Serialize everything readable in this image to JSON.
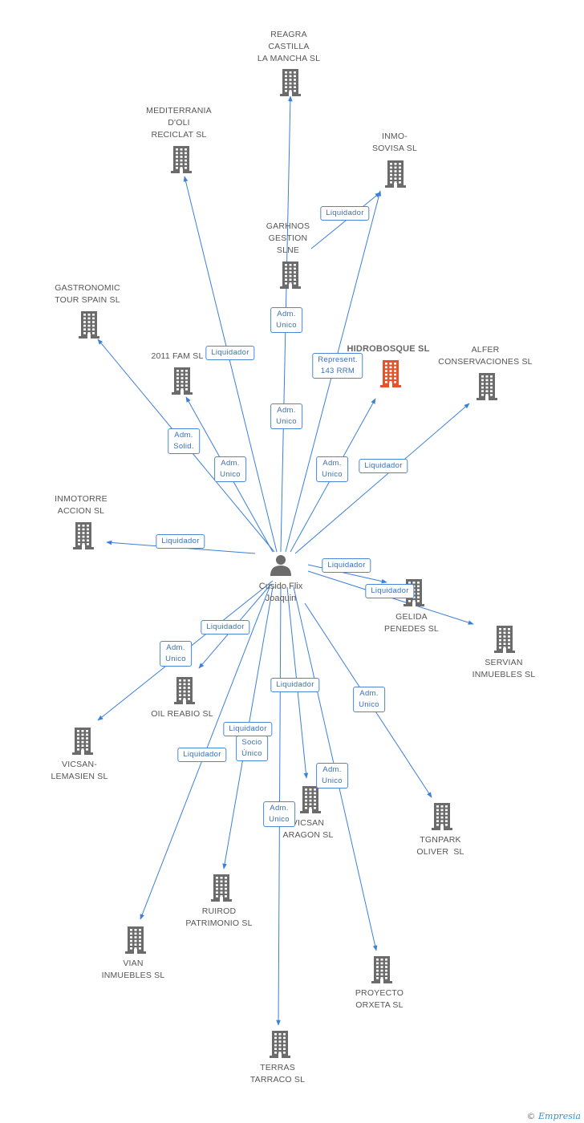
{
  "person": {
    "label": "Cusido Flix\nJoaquin"
  },
  "nodes": [
    {
      "id": "reagra",
      "label": "REAGRA\nCASTILLA\nLA MANCHA SL",
      "highlight": false
    },
    {
      "id": "mediterrania",
      "label": "MEDITERRANIA\nD'OLI\nRECICLAT SL",
      "highlight": false
    },
    {
      "id": "inmosovisa",
      "label": "INMO-\nSOVISA SL",
      "highlight": false
    },
    {
      "id": "garhnos",
      "label": "GARHNOS\nGESTION\nSLNE",
      "highlight": false
    },
    {
      "id": "gastronomic",
      "label": "GASTRONOMIC\nTOUR SPAIN SL",
      "highlight": false
    },
    {
      "id": "hidrobosque",
      "label": "HIDROBOSQUE SL",
      "highlight": true
    },
    {
      "id": "alfer",
      "label": "ALFER\nCONSERVACIONES SL",
      "highlight": false
    },
    {
      "id": "fam2011",
      "label": "2011 FAM SL",
      "highlight": false
    },
    {
      "id": "inmotorre",
      "label": "INMOTORRE\nACCION SL",
      "highlight": false
    },
    {
      "id": "gelida",
      "label": "GELIDA\nPENEDES SL",
      "highlight": false
    },
    {
      "id": "servian",
      "label": "SERVIAN\nINMUEBLES SL",
      "highlight": false
    },
    {
      "id": "oilreabio",
      "label": "OIL REABIO SL",
      "highlight": false
    },
    {
      "id": "vicsanlem",
      "label": "VICSAN-\nLEMASIEN SL",
      "highlight": false
    },
    {
      "id": "vicsanaragon",
      "label": "VICSAN\nARAGON SL",
      "highlight": false
    },
    {
      "id": "tgnpark",
      "label": "TGNPARK\nOLIVER  SL",
      "highlight": false
    },
    {
      "id": "ruirod",
      "label": "RUIROD\nPATRIMONIO SL",
      "highlight": false
    },
    {
      "id": "vian",
      "label": "VIAN\nINMUEBLES SL",
      "highlight": false
    },
    {
      "id": "proyecto",
      "label": "PROYECTO\nORXETA SL",
      "highlight": false
    },
    {
      "id": "terras",
      "label": "TERRAS\nTARRACO SL",
      "highlight": false
    }
  ],
  "relations": [
    {
      "label": "Liquidador"
    },
    {
      "label": "Adm.\nUnico"
    },
    {
      "label": "Adm.\nUnico"
    },
    {
      "label": "Represent.\n143 RRM"
    },
    {
      "label": "Liquidador"
    },
    {
      "label": "Adm.\nSolid."
    },
    {
      "label": "Adm.\nUnico"
    },
    {
      "label": "Adm.\nUnico"
    },
    {
      "label": "Liquidador"
    },
    {
      "label": "Liquidador"
    },
    {
      "label": "Liquidador"
    },
    {
      "label": "Liquidador"
    },
    {
      "label": "Adm.\nUnico"
    },
    {
      "label": "Liquidador"
    },
    {
      "label": "Liquidador"
    },
    {
      "label": "Liquidador"
    },
    {
      "label": "Socio\nÚnico"
    },
    {
      "label": "Liquidador"
    },
    {
      "label": "Adm.\nUnico"
    },
    {
      "label": "Adm.\nUnico"
    },
    {
      "label": "Adm.\nUnico"
    }
  ],
  "colors": {
    "edge": "#3b7fd9",
    "building": "#6b6b6b",
    "highlight": "#e8522b"
  },
  "footer": {
    "copyright": "©",
    "brand": "Empresia"
  }
}
